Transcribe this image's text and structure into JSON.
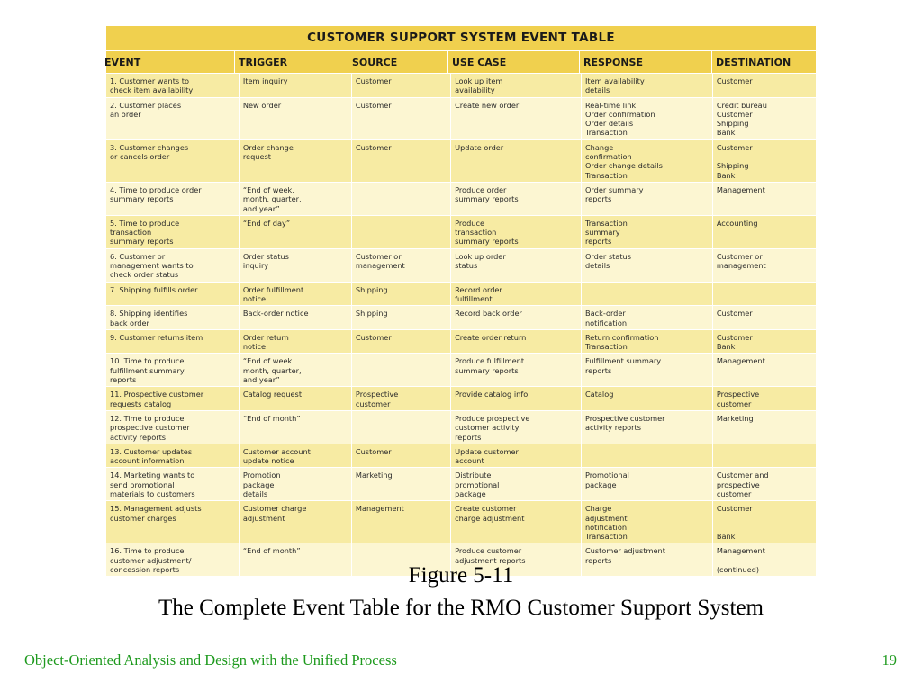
{
  "table": {
    "title": "CUSTOMER SUPPORT SYSTEM EVENT TABLE",
    "headers": [
      "EVENT",
      "TRIGGER",
      "SOURCE",
      "USE CASE",
      "RESPONSE",
      "DESTINATION"
    ],
    "rows": [
      {
        "event": " 1. Customer wants to\n     check item availability",
        "trigger": "Item inquiry",
        "source": "Customer",
        "use_case": "Look up item\navailability",
        "response": "Item availability\ndetails",
        "destination": "Customer"
      },
      {
        "event": " 2. Customer places\n     an order",
        "trigger": "New order",
        "source": "Customer",
        "use_case": "Create new order",
        "response": "Real-time link\nOrder confirmation\nOrder details\nTransaction",
        "destination": "Credit bureau\nCustomer\nShipping\nBank"
      },
      {
        "event": " 3. Customer changes\n     or cancels order",
        "trigger": "Order change\nrequest",
        "source": "Customer",
        "use_case": "Update order",
        "response": "Change\nconfirmation\nOrder change details\nTransaction",
        "destination": "Customer\n\nShipping\nBank"
      },
      {
        "event": " 4. Time to produce order\n     summary reports",
        "trigger": "“End of week,\nmonth, quarter,\nand year”",
        "source": "",
        "use_case": "Produce order\nsummary reports",
        "response": "Order summary\nreports",
        "destination": "Management"
      },
      {
        "event": " 5. Time to produce\n     transaction\n     summary reports",
        "trigger": "“End of day”",
        "source": "",
        "use_case": "Produce\ntransaction\nsummary reports",
        "response": "Transaction\nsummary\nreports",
        "destination": "Accounting"
      },
      {
        "event": " 6. Customer or\n     management wants to\n     check order status",
        "trigger": "Order status\ninquiry",
        "source": "Customer or\nmanagement",
        "use_case": "Look up order\nstatus",
        "response": "Order status\ndetails",
        "destination": "Customer or\nmanagement"
      },
      {
        "event": " 7. Shipping fulfills order",
        "trigger": "Order fulfillment\nnotice",
        "source": "Shipping",
        "use_case": "Record order\nfulfillment",
        "response": "",
        "destination": ""
      },
      {
        "event": " 8. Shipping identifies\n     back order",
        "trigger": "Back-order notice",
        "source": "Shipping",
        "use_case": "Record back order",
        "response": "Back-order\nnotification",
        "destination": "Customer"
      },
      {
        "event": " 9. Customer returns item",
        "trigger": "Order return\nnotice",
        "source": "Customer",
        "use_case": "Create order return",
        "response": "Return confirmation\nTransaction",
        "destination": "Customer\nBank"
      },
      {
        "event": "10. Time to produce\n     fulfillment summary\n     reports",
        "trigger": "“End of week\nmonth, quarter,\nand year”",
        "source": "",
        "use_case": "Produce fulfillment\nsummary reports",
        "response": "Fulfillment summary\nreports",
        "destination": "Management"
      },
      {
        "event": "11. Prospective customer\n     requests catalog",
        "trigger": "Catalog request",
        "source": "Prospective\ncustomer",
        "use_case": "Provide catalog info",
        "response": "Catalog",
        "destination": "Prospective\ncustomer"
      },
      {
        "event": "12. Time to produce\n     prospective customer\n     activity reports",
        "trigger": "“End of month”",
        "source": "",
        "use_case": "Produce prospective\ncustomer activity\nreports",
        "response": "Prospective customer\nactivity reports",
        "destination": "Marketing"
      },
      {
        "event": "13. Customer updates\n     account information",
        "trigger": "Customer account\nupdate notice",
        "source": "Customer",
        "use_case": "Update customer\naccount",
        "response": "",
        "destination": ""
      },
      {
        "event": "14. Marketing wants to\n     send promotional\n     materials to customers",
        "trigger": "Promotion\npackage\ndetails",
        "source": "Marketing",
        "use_case": "Distribute\npromotional\npackage",
        "response": "Promotional\npackage",
        "destination": "Customer and\nprospective\ncustomer"
      },
      {
        "event": "15. Management adjusts\n     customer charges",
        "trigger": "Customer charge\nadjustment",
        "source": "Management",
        "use_case": "Create customer\ncharge adjustment",
        "response": "Charge\nadjustment\nnotification\nTransaction",
        "destination": "Customer\n\n\nBank"
      },
      {
        "event": "16. Time to produce\n     customer adjustment/\n     concession reports",
        "trigger": "“End of month”",
        "source": "",
        "use_case": "Produce customer\nadjustment reports",
        "response": "Customer adjustment\nreports",
        "destination": "Management\n\n(continued)"
      }
    ]
  },
  "caption": {
    "figure": "Figure 5-11",
    "title": "The Complete Event Table for the RMO Customer Support System"
  },
  "footer": {
    "left": "Object-Oriented Analysis and Design with the Unified Process",
    "page": "19"
  },
  "colors": {
    "header_yellow": "#f0d04e",
    "row_dark": "#f7eba3",
    "row_light": "#fcf6d2",
    "footer_green": "#1e9a1e"
  }
}
